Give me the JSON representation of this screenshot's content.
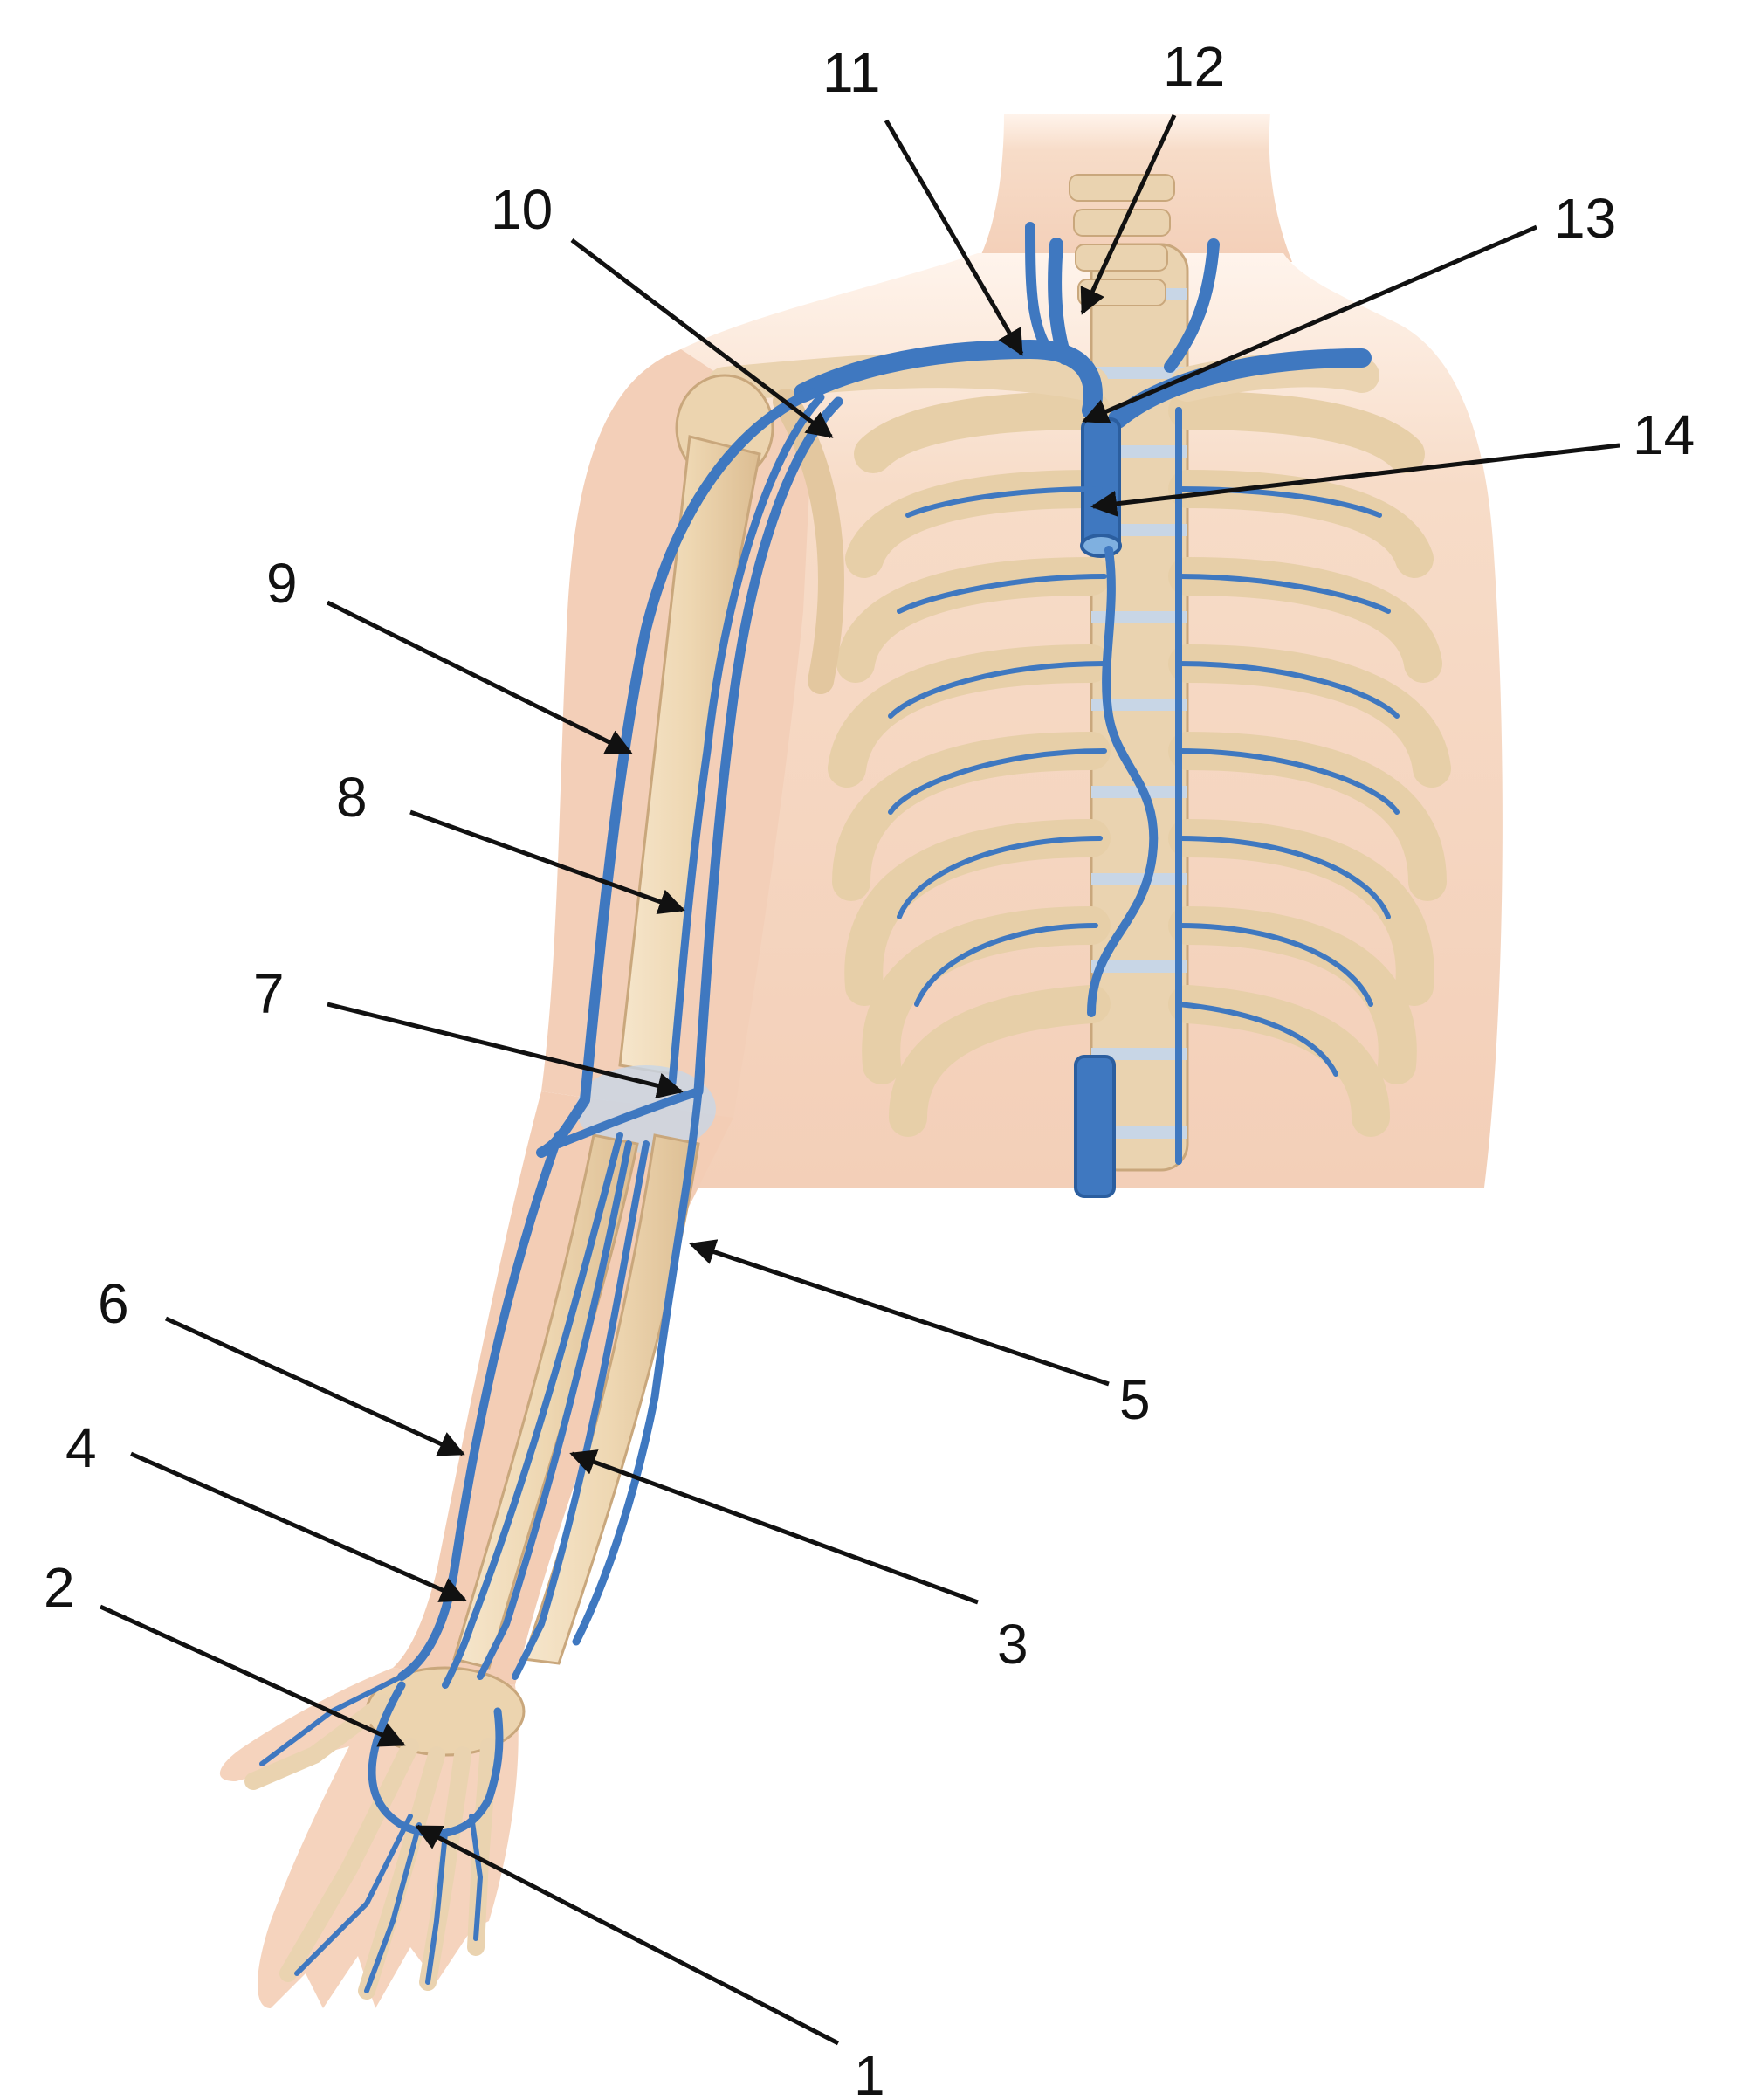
{
  "labels": [
    "1",
    "2",
    "3",
    "4",
    "5",
    "6",
    "7",
    "8",
    "9",
    "10",
    "11",
    "12",
    "13",
    "14"
  ],
  "colors": {
    "skin": "#f6d9c4",
    "skin_shadow": "#eec2a6",
    "bone": "#efd9b6",
    "bone_edge": "#c9a77c",
    "vein": "#3f78c0",
    "vein_dark": "#2b5e9f",
    "vein_light": "#7fb0e0",
    "cartilage": "#c8d6e6",
    "leader": "#111111"
  },
  "icons": {
    "arrowhead": "arrowhead-icon"
  }
}
